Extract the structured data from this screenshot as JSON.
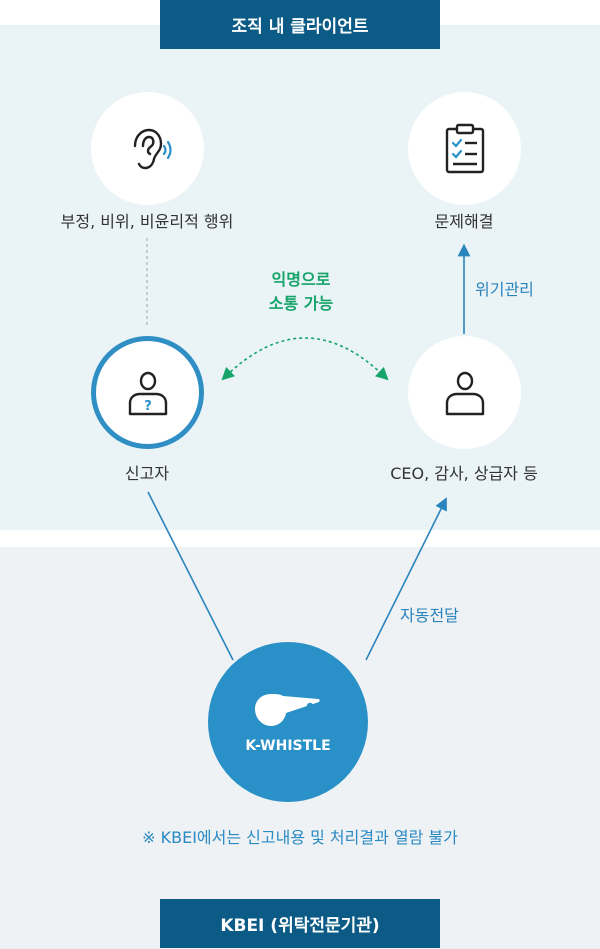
{
  "top_tag": "조직 내 클라이언트",
  "bottom_tag": "KBEI (위탁전문기관)",
  "nodes": {
    "misconduct": {
      "label": "부정, 비위, 비윤리적 행위",
      "icon": "ear-icon"
    },
    "resolution": {
      "label": "문제해결",
      "icon": "clipboard-checklist-icon"
    },
    "reporter": {
      "label": "신고자",
      "icon": "anonymous-person-icon"
    },
    "management": {
      "label": "CEO, 감사, 상급자 등",
      "icon": "person-icon"
    },
    "kwhistle": {
      "label": "K-WHISTLE",
      "icon": "whistle-icon"
    }
  },
  "edge_labels": {
    "anonymous_line1": "익명으로",
    "anonymous_line2": "소통 가능",
    "crisis": "위기관리",
    "auto": "자동전달"
  },
  "note": "※ KBEI에서는 신고내용 및 처리결과 열람 불가",
  "colors": {
    "tag_bg": "#0b5b86",
    "accent_blue": "#2a90c8",
    "green": "#16a46a",
    "band_top": "#eaf3f6",
    "band_bottom": "#eff2f4"
  }
}
